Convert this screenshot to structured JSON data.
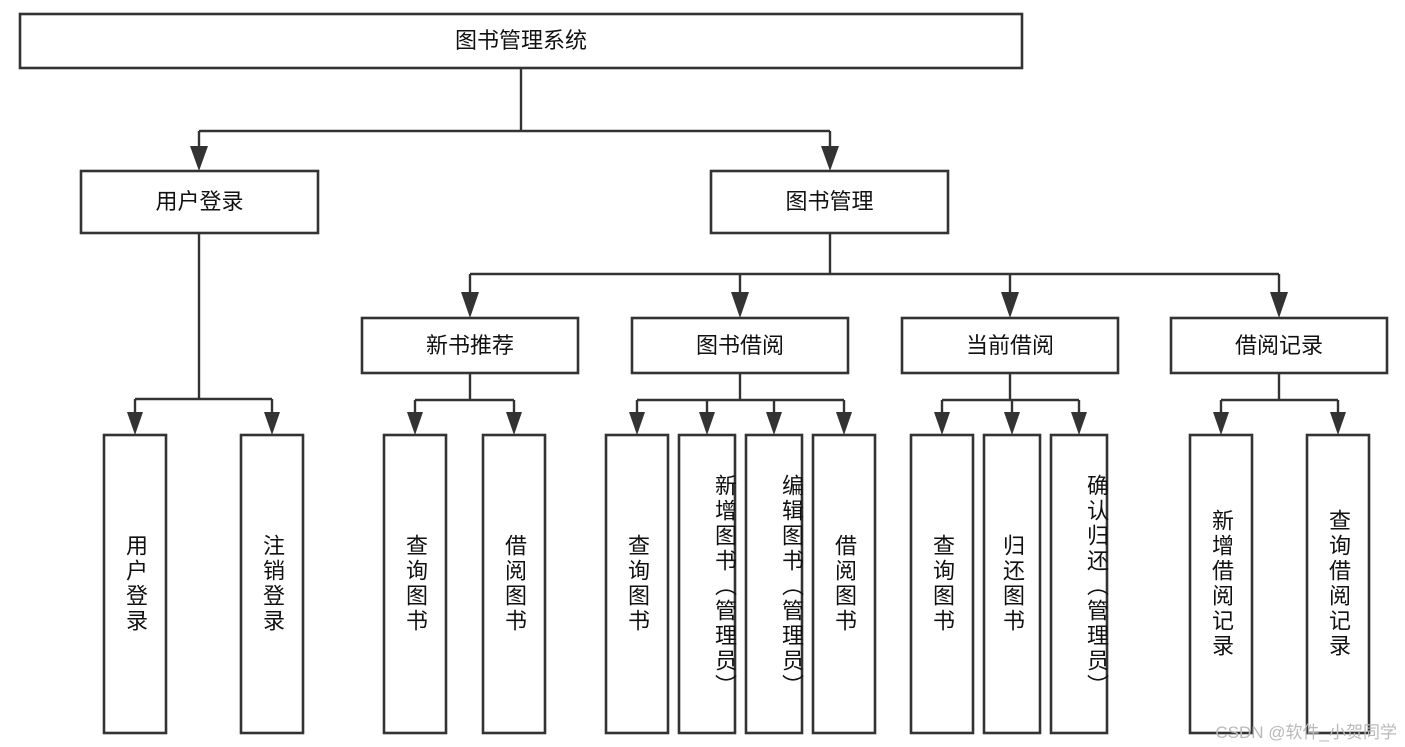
{
  "diagram": {
    "title": "图书管理系统",
    "type": "tree-hierarchy",
    "watermark": "CSDN @软件_小贺同学",
    "colors": {
      "stroke": "#333333",
      "fill": "#ffffff",
      "text": "#111111",
      "watermark": "#b9b9b9"
    },
    "nodes": {
      "root": {
        "label": "图书管理系统",
        "level": 0,
        "orientation": "horizontal"
      },
      "l1_user_login": {
        "label": "用户登录",
        "level": 1,
        "orientation": "horizontal"
      },
      "l1_book_mgmt": {
        "label": "图书管理",
        "level": 1,
        "orientation": "horizontal"
      },
      "l2_new_book": {
        "label": "新书推荐",
        "level": 2,
        "orientation": "horizontal"
      },
      "l2_borrow": {
        "label": "图书借阅",
        "level": 2,
        "orientation": "horizontal"
      },
      "l2_current": {
        "label": "当前借阅",
        "level": 2,
        "orientation": "horizontal"
      },
      "l2_record": {
        "label": "借阅记录",
        "level": 2,
        "orientation": "horizontal"
      },
      "l3_user_login": {
        "label": "用户登录",
        "level": 3,
        "orientation": "vertical"
      },
      "l3_logout": {
        "label": "注销登录",
        "level": 3,
        "orientation": "vertical"
      },
      "l3_query_book_a": {
        "label": "查询图书",
        "level": 3,
        "orientation": "vertical"
      },
      "l3_borrow_book_a": {
        "label": "借阅图书",
        "level": 3,
        "orientation": "vertical"
      },
      "l3_query_book_b": {
        "label": "查询图书",
        "level": 3,
        "orientation": "vertical"
      },
      "l3_add_book": {
        "label": "新增图书（管理员）",
        "level": 3,
        "orientation": "vertical"
      },
      "l3_edit_book": {
        "label": "编辑图书（管理员）",
        "level": 3,
        "orientation": "vertical"
      },
      "l3_borrow_book_b": {
        "label": "借阅图书",
        "level": 3,
        "orientation": "vertical"
      },
      "l3_query_book_c": {
        "label": "查询图书",
        "level": 3,
        "orientation": "vertical"
      },
      "l3_return_book": {
        "label": "归还图书",
        "level": 3,
        "orientation": "vertical"
      },
      "l3_confirm_return": {
        "label": "确认归还（管理员）",
        "level": 3,
        "orientation": "vertical"
      },
      "l3_add_record": {
        "label": "新增借阅记录",
        "level": 3,
        "orientation": "vertical"
      },
      "l3_query_record": {
        "label": "查询借阅记录",
        "level": 3,
        "orientation": "vertical"
      }
    },
    "edges": [
      {
        "from": "root",
        "to": "l1_user_login"
      },
      {
        "from": "root",
        "to": "l1_book_mgmt"
      },
      {
        "from": "l1_user_login",
        "to": "l3_user_login"
      },
      {
        "from": "l1_user_login",
        "to": "l3_logout"
      },
      {
        "from": "l1_book_mgmt",
        "to": "l2_new_book"
      },
      {
        "from": "l1_book_mgmt",
        "to": "l2_borrow"
      },
      {
        "from": "l1_book_mgmt",
        "to": "l2_current"
      },
      {
        "from": "l1_book_mgmt",
        "to": "l2_record"
      },
      {
        "from": "l2_new_book",
        "to": "l3_query_book_a"
      },
      {
        "from": "l2_new_book",
        "to": "l3_borrow_book_a"
      },
      {
        "from": "l2_borrow",
        "to": "l3_query_book_b"
      },
      {
        "from": "l2_borrow",
        "to": "l3_add_book"
      },
      {
        "from": "l2_borrow",
        "to": "l3_edit_book"
      },
      {
        "from": "l2_borrow",
        "to": "l3_borrow_book_b"
      },
      {
        "from": "l2_current",
        "to": "l3_query_book_c"
      },
      {
        "from": "l2_current",
        "to": "l3_return_book"
      },
      {
        "from": "l2_current",
        "to": "l3_confirm_return"
      },
      {
        "from": "l2_record",
        "to": "l3_add_record"
      },
      {
        "from": "l2_record",
        "to": "l3_query_record"
      }
    ]
  }
}
